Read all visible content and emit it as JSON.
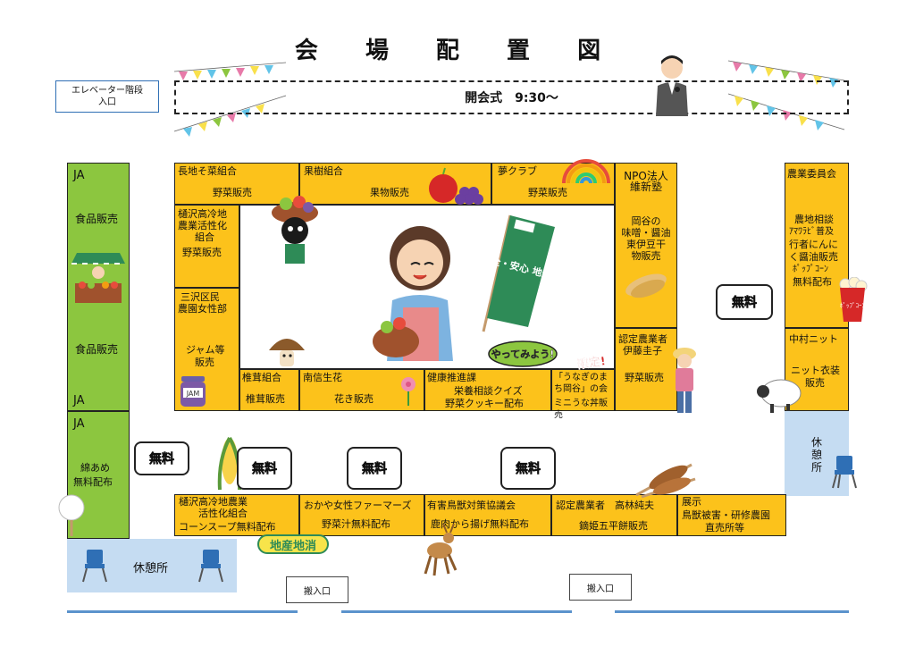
{
  "title": "会 場 配 置 図",
  "elevator": {
    "line1": "エレベーター階段",
    "line2": "入口"
  },
  "ceremony": "開会式　9:30～",
  "booths": {
    "nagachi": {
      "name": "長地そ菜組合",
      "desc": "野菜販売"
    },
    "kaju": {
      "name": "果樹組合",
      "desc": "果物販売"
    },
    "yume": {
      "name": "夢クラブ",
      "desc": "野菜販売"
    },
    "npo": {
      "name1": "NPO法人",
      "name2": "維新塾",
      "desc1": "岡谷の",
      "desc2": "味噌・醤油",
      "desc3": "東伊豆干",
      "desc4": "物販売"
    },
    "hisawa_left": {
      "name1": "樋沢高冷地",
      "name2": "農業活性化",
      "name3": "組合",
      "desc": "野菜販売"
    },
    "misawa": {
      "name1": "三沢区民",
      "name2": "農園女性部",
      "desc1": "ジャム等",
      "desc2": "販売"
    },
    "shiitake": {
      "name": "椎茸組合",
      "desc": "椎茸販売"
    },
    "nanshin": {
      "name": "南信生花",
      "desc": "花き販売"
    },
    "kenko": {
      "name": "健康推進課",
      "desc1": "栄養相談クイズ",
      "desc2": "野菜クッキー配布"
    },
    "unagi": {
      "name1": "「うなぎのま",
      "name2": "ち岡谷」の会",
      "desc": "ミニうな丼販売"
    },
    "ito": {
      "name1": "認定農業者",
      "name2": "伊藤圭子",
      "desc": "野菜販売"
    },
    "nogyo": {
      "name": "農業委員会",
      "desc1": "農地相談",
      "desc2": "ｱﾏﾜﾗﾋﾞ普及",
      "desc3": "行者にんに",
      "desc4": "く醤油販売",
      "desc5": "ﾎﾟｯﾌﾟｺｰﾝ",
      "desc6": "無料配布"
    },
    "nakamura": {
      "name": "中村ニット",
      "desc1": "ニット衣装",
      "desc2": "販売"
    },
    "ja_top": {
      "label": "JA",
      "desc1": "食品販売",
      "desc2": "食品販売",
      "label2": "JA"
    },
    "ja_bottom": {
      "label": "JA",
      "desc1": "綿あめ",
      "desc2": "無料配布"
    },
    "hisawa_bottom": {
      "name1": "樋沢高冷地農業",
      "name2": "活性化組合",
      "desc": "コーンスープ無料配布"
    },
    "okaya": {
      "name": "おかや女性ファーマーズ",
      "desc": "野菜汁無料配布"
    },
    "choju": {
      "name": "有害鳥獣対策協議会",
      "desc": "鹿肉から揚げ無料配布"
    },
    "takabayashi": {
      "name": "認定農業者　高林純夫",
      "desc": "鏑姫五平餅販売"
    },
    "tenji": {
      "name": "展示",
      "desc1": "鳥獣被害・研修農園",
      "desc2": "直売所等"
    }
  },
  "free_label": "無料",
  "rest_label1": "休憩所",
  "rest_label2": "休",
  "rest_label3": "憩",
  "rest_label4": "所",
  "entrance": "搬入口",
  "banner_text": "安全・安心 地元農産物",
  "yattemiyou": "やってみよう!",
  "gentei": "限定!",
  "chisan": "地産地消",
  "jam": "JAM",
  "popcorn": "ﾎﾟｯﾌﾟｺｰﾝ"
}
